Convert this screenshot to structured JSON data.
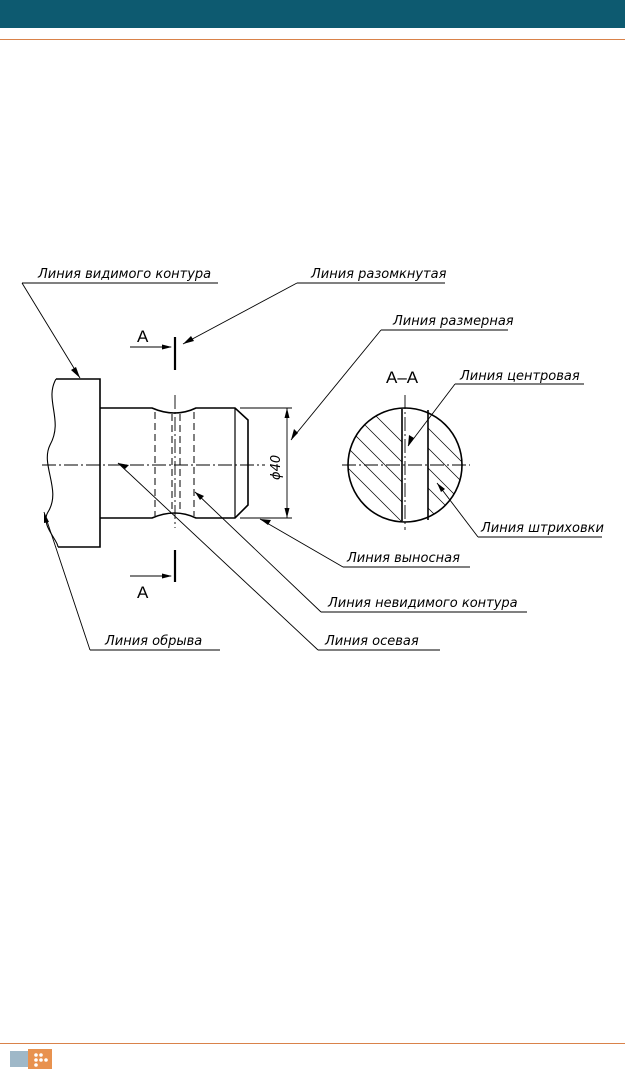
{
  "colors": {
    "header": "#0d5a70",
    "accent_line": "#d9824a"
  },
  "labels": {
    "visible_contour": "Линия видимого контура",
    "open_line": "Линия разомкнутая",
    "dimension": "Линия размерная",
    "center": "Линия центровая",
    "hatching": "Линия штриховки",
    "extension": "Линия выносная",
    "hidden_contour": "Линия невидимого контура",
    "axial": "Линия осевая",
    "break": "Линия обрыва"
  },
  "section_marks": {
    "top": "A",
    "bottom": "A",
    "section_title": "А–А"
  },
  "dimension_text": "ϕ40",
  "footer": {
    "logo_icon": "logo-icon"
  }
}
